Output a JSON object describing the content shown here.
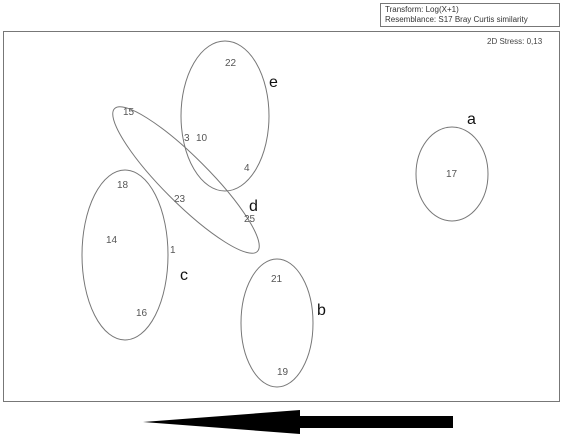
{
  "legend": {
    "transform": "Transform: Log(X+1)",
    "resemblance": "Resemblance: S17 Bray Curtis similarity"
  },
  "stress": "2D Stress: 0,13",
  "points": [
    "22",
    "15",
    "3",
    "10",
    "4",
    "18",
    "23",
    "25",
    "14",
    "1",
    "16",
    "21",
    "19",
    "17"
  ],
  "groups": [
    "a",
    "b",
    "c",
    "d",
    "e"
  ],
  "colors": {
    "stroke": "#777777",
    "arrow": "#000000"
  }
}
